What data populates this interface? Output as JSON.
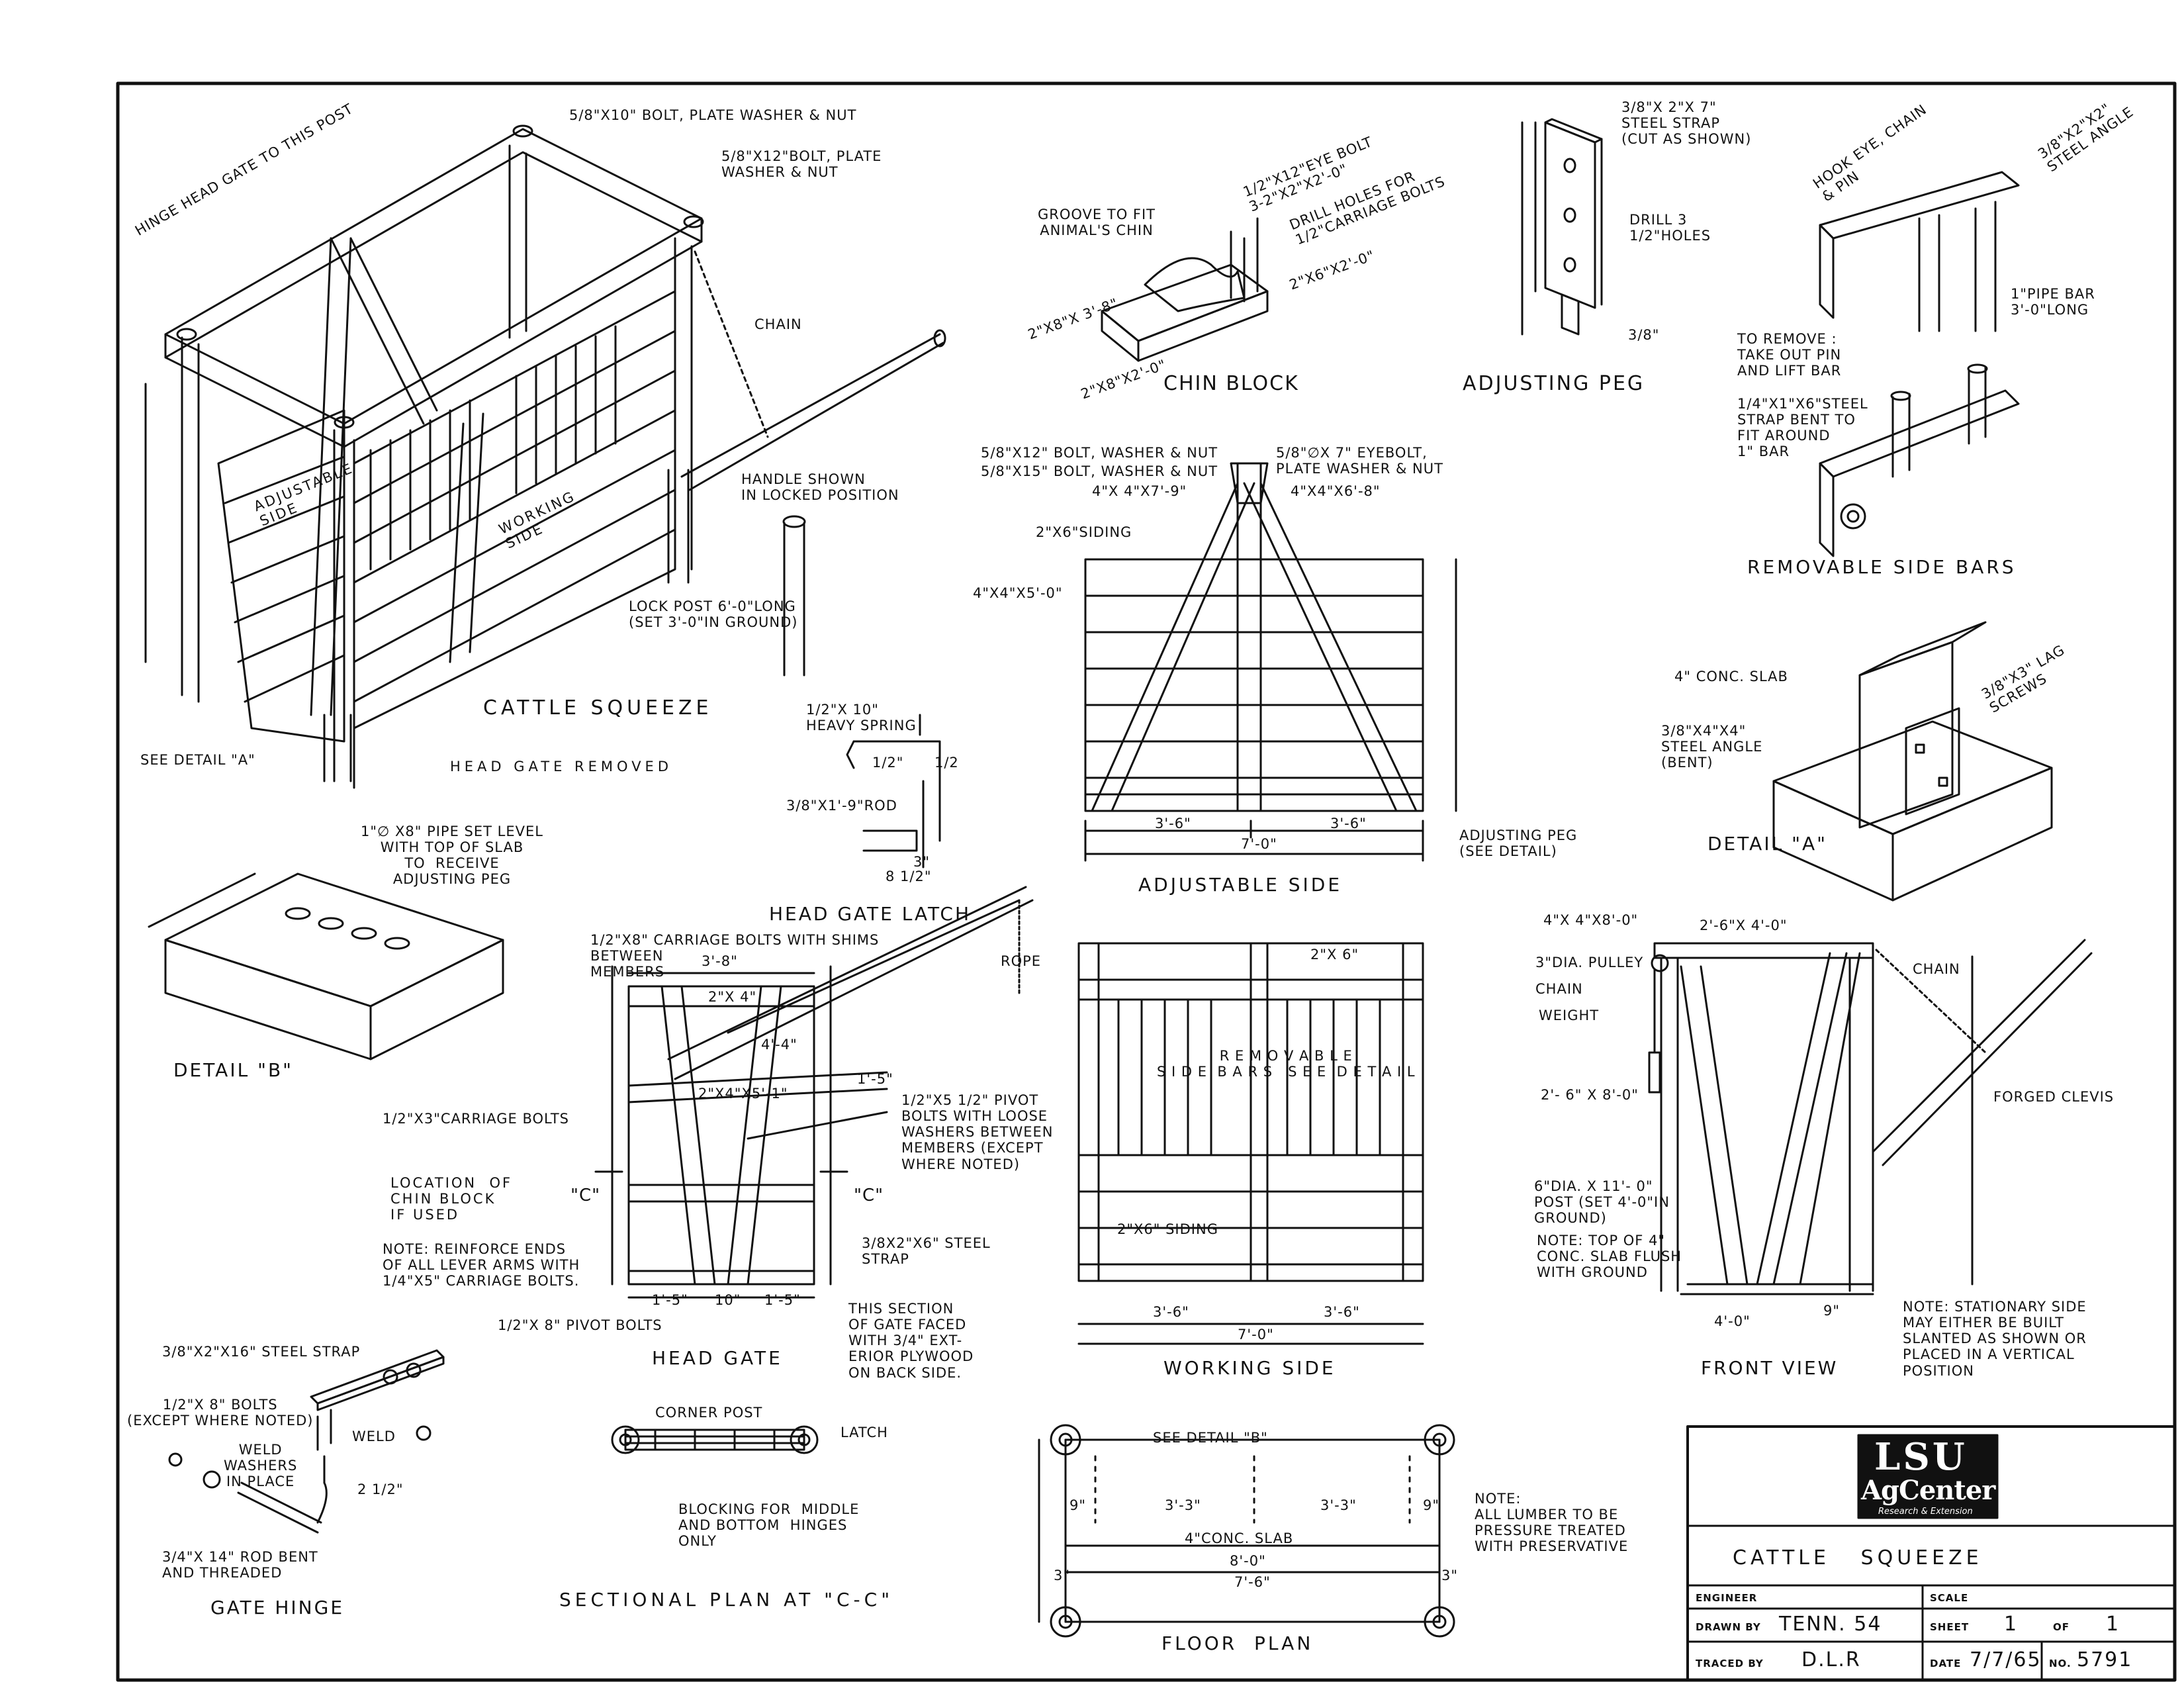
{
  "views": {
    "cattle_squeeze": {
      "title": "CATTLE SQUEEZE",
      "subtitle": "HEAD GATE REMOVED",
      "labels": {
        "hinge": "HINGE HEAD GATE TO THIS POST",
        "bolt_10": "5/8\"X10\" BOLT, PLATE WASHER & NUT",
        "bolt_12": "5/8\"X12\"BOLT, PLATE\nWASHER & NUT",
        "chain": "CHAIN",
        "handle": "HANDLE SHOWN\nIN LOCKED POSITION",
        "lock_post": "LOCK POST 6'-0\"LONG\n(SET 3'-0\"IN GROUND)",
        "adjustable": "ADJUSTABLE\nSIDE",
        "working": "WORKING\nSIDE",
        "see_detail_a": "SEE DETAIL \"A\""
      }
    },
    "chin_block": {
      "title": "CHIN BLOCK",
      "labels": {
        "groove": "GROOVE TO FIT\nANIMAL'S CHIN",
        "eye_bolt": "1/2\"X12\"EYE BOLT\n3-2\"X2\"X2'-0\"",
        "drill": "DRILL HOLES FOR\n1/2\"CARRIAGE BOLTS",
        "board_a": "2\"X8\"X 3'-8\"",
        "board_b": "2\"X8\"X2'-0\"",
        "board_c": "2\"X6\"X2'-0\""
      }
    },
    "adjusting_peg": {
      "title": "ADJUSTING PEG",
      "labels": {
        "strap": "3/8\"X 2\"X 7\"\nSTEEL STRAP\n(CUT AS SHOWN)",
        "drill": "DRILL 3\n1/2\"HOLES",
        "dim": "3/8\""
      }
    },
    "removable_side_bars": {
      "title": "REMOVABLE SIDE BARS",
      "labels": {
        "hook": "HOOK EYE, CHAIN\n& PIN",
        "angle": "3/8\"X2\"X2\"\nSTEEL ANGLE",
        "pipe": "1\"PIPE BAR\n3'-0\"LONG",
        "remove": "TO REMOVE :\nTAKE OUT PIN\nAND LIFT BAR",
        "strap": "1/4\"X1\"X6\"STEEL\nSTRAP BENT TO\nFIT AROUND\n1\" BAR"
      }
    },
    "adjustable_side": {
      "title": "ADJUSTABLE SIDE",
      "labels": {
        "bolt_12": "5/8\"X12\" BOLT, WASHER & NUT",
        "bolt_15": "5/8\"X15\" BOLT, WASHER & NUT",
        "eyebolt": "5/8\"∅X 7\" EYEBOLT,\nPLATE WASHER & NUT",
        "post_79": "4\"X 4\"X7'-9\"",
        "post_68": "4\"X4\"X6'-8\"",
        "siding": "2\"X6\"SIDING",
        "post_50": "4\"X4\"X5'-0\"",
        "peg": "ADJUSTING PEG\n(SEE DETAIL)",
        "dim_left": "3'-6\"",
        "dim_right": "3'-6\"",
        "dim_total": "7'-0\""
      }
    },
    "detail_a": {
      "title": "DETAIL \"A\"",
      "labels": {
        "slab": "4\" CONC. SLAB",
        "lag": "3/8\"X3\" LAG\nSCREWS",
        "angle": "3/8\"X4\"X4\"\nSTEEL ANGLE\n(BENT)"
      }
    },
    "detail_b": {
      "title": "DETAIL \"B\"",
      "labels": {
        "pipe": "1\"∅ X8\" PIPE SET LEVEL\nWITH TOP OF SLAB\nTO  RECEIVE\nADJUSTING PEG"
      }
    },
    "head_gate_latch": {
      "title": "HEAD GATE LATCH",
      "labels": {
        "spring": "1/2\"X 10\"\nHEAVY SPRING",
        "rod": "3/8\"X1'-9\"ROD",
        "d1": "1/2\"",
        "d2": "1/2",
        "d3": "3\"",
        "d4": "8 1/2\""
      }
    },
    "head_gate": {
      "title": "HEAD GATE",
      "labels": {
        "carriage": "1/2\"X8\" CARRIAGE BOLTS WITH SHIMS\nBETWEEN\nMEMBERS",
        "w38": "3'-8\"",
        "top": "2\"X 4\"",
        "rope": "ROPE",
        "w44": "4'-4\"",
        "w15": "1'-5\"",
        "lever": "2\"X4\"X5'-1\"",
        "cb3": "1/2\"X3\"CARRIAGE BOLTS",
        "pivot": "1/2\"X5 1/2\" PIVOT\nBOLTS WITH LOOSE\nWASHERS BETWEEN\nMEMBERS (EXCEPT\nWHERE NOTED)",
        "chin": "LOCATION  OF\nCHIN BLOCK\nIF USED",
        "c1": "\"C\"",
        "c2": "\"C\"",
        "strap": "3/8X2\"X6\" STEEL\nSTRAP",
        "note": "NOTE: REINFORCE ENDS\nOF ALL LEVER ARMS WITH\n1/4\"X5\" CARRIAGE BOLTS.",
        "b1": "1'-5\"",
        "b2": "10\"",
        "b3": "1'-5\"",
        "pivot8": "1/2\"X 8\" PIVOT BOLTS",
        "ply": "THIS SECTION\nOF GATE FACED\nWITH 3/4\" EXT-\nERIOR PLYWOOD\nON BACK SIDE."
      }
    },
    "working_side": {
      "title": "WORKING SIDE",
      "labels": {
        "top": "2\"X 6\"",
        "bars": "R E M O V A B L E\nS I D E  B A R S   S E E  D E T A I L",
        "siding": "2\"X6\" SIDING",
        "dim_left": "3'-6\"",
        "dim_right": "3'-6\"",
        "dim_total": "7'-0\""
      }
    },
    "front_view": {
      "title": "FRONT VIEW",
      "labels": {
        "post": "4\"X 4\"X8'-0\"",
        "top": "2'-6\"X 4'-0\"",
        "pulley": "3\"DIA. PULLEY",
        "chain_l": "CHAIN",
        "weight": "WEIGHT",
        "chain_r": "CHAIN",
        "side": "2'- 6\" X 8'-0\"",
        "clevis": "FORGED CLEVIS",
        "post6": "6\"DIA. X 11'- 0\"\nPOST (SET 4'-0\"IN\nGROUND)",
        "slab": "NOTE: TOP OF 4\"\nCONC. SLAB FLUSH\nWITH GROUND",
        "d40": "4'-0\"",
        "d9": "9\"",
        "stat": "NOTE: STATIONARY SIDE\nMAY EITHER BE BUILT\nSLANTED AS SHOWN OR\nPLACED IN A VERTICAL\nPOSITION"
      }
    },
    "gate_hinge": {
      "title": "GATE HINGE",
      "labels": {
        "strap": "3/8\"X2\"X16\" STEEL STRAP",
        "bolts": "1/2\"X 8\" BOLTS\n(EXCEPT WHERE NOTED)",
        "weld": "WELD",
        "washers": "WELD\nWASHERS\nIN PLACE",
        "d": "2 1/2\"",
        "rod": "3/4\"X 14\" ROD BENT\nAND THREADED"
      }
    },
    "sectional_plan": {
      "title": "SECTIONAL PLAN AT \"C-C\"",
      "labels": {
        "corner": "CORNER POST",
        "latch": "LATCH",
        "blocking": "BLOCKING FOR  MIDDLE\nAND BOTTOM  HINGES\nONLY"
      }
    },
    "floor_plan": {
      "title": "FLOOR  PLAN",
      "labels": {
        "detail_b": "SEE DETAIL \"B\"",
        "d9a": "9\"",
        "d33a": "3'-3\"",
        "d33b": "3'-3\"",
        "d9b": "9\"",
        "slab": "4\"CONC. SLAB",
        "d80": "8'-0\"",
        "d76": "7'-6\"",
        "d3a": "3\"",
        "d3b": "3\""
      }
    }
  },
  "note": "NOTE:\nALL LUMBER TO BE\nPRESSURE TREATED\nWITH PRESERVATIVE",
  "title_block": {
    "logo_lsu": "LSU",
    "logo_ag": "AgCenter",
    "logo_sub": "Research & Extension",
    "drawing_title": "CATTLE   SQUEEZE",
    "engineer_label": "ENGINEER",
    "scale_label": "SCALE",
    "drawn_label": "DRAWN BY",
    "drawn_value": "TENN. 54",
    "sheet_label": "SHEET",
    "sheet_value": "1",
    "of_label": "OF",
    "of_value": "1",
    "traced_label": "TRACED BY",
    "traced_value": "D.L.R",
    "date_label": "DATE",
    "date_value": "7/7/65",
    "no_label": "NO.",
    "no_value": "5791"
  }
}
